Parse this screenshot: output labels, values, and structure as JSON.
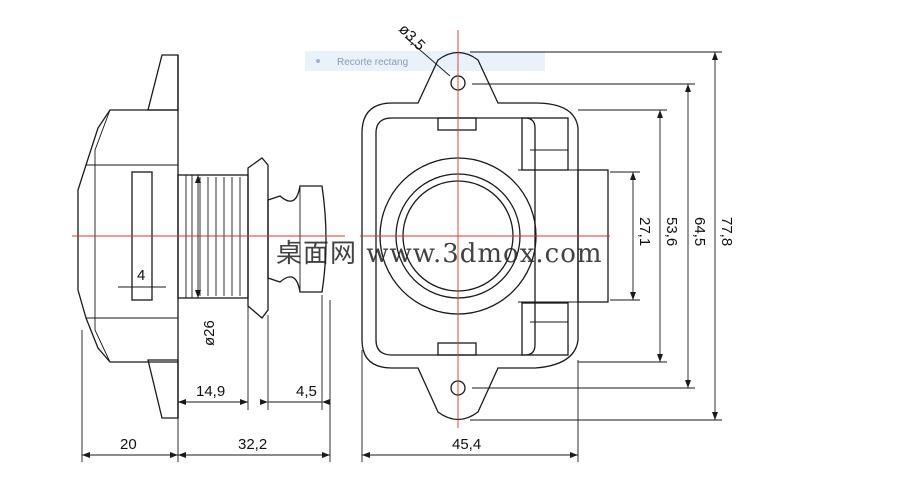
{
  "dimensions": {
    "hole_diameter": "ø3,5",
    "body_diameter": "ø26",
    "slot_width": "4",
    "button_depth": "14,9",
    "button_head": "4,5",
    "flange_depth": "20",
    "body_depth": "32,2",
    "body_width": "45,4",
    "window_height": "27,1",
    "housing_height": "53,6",
    "hole_spacing": "64,5",
    "total_height": "77,8"
  },
  "watermark": "桌面网 www.3dmox.com",
  "ghost_tooltip": "Recorte rectang",
  "colors": {
    "line": "#1a1a1a",
    "centerline": "#e0332f",
    "tooltip_bg": "#e9f1fb"
  }
}
